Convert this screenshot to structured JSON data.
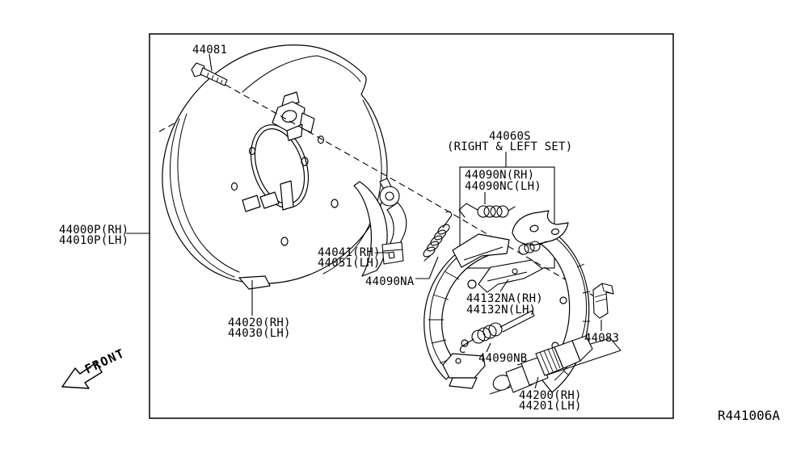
{
  "parts": {
    "bolt": {
      "label": "44081"
    },
    "shoe_set": {
      "code": "44060S",
      "note": "(RIGHT & LEFT SET)"
    },
    "upper_spring": {
      "rh": "44090N(RH)",
      "lh": "44090NC(LH)"
    },
    "backing_plate_assy": {
      "rh": "44000P(RH)",
      "lh": "44010P(LH)"
    },
    "lever": {
      "rh": "44041(RH)",
      "lh": "44051(LH)"
    },
    "front_spring": {
      "label": "44090NA"
    },
    "backing_plate": {
      "rh": "44020(RH)",
      "lh": "44030(LH)"
    },
    "strut": {
      "rh": "44132NA(RH)",
      "lh": "44132N(LH)"
    },
    "lower_spring": {
      "label": "44090NB"
    },
    "adjuster": {
      "rh": "44200(RH)",
      "lh": "44201(LH)"
    },
    "plug": {
      "label": "44083"
    }
  },
  "annotations": {
    "front": "FRONT",
    "ref_code": "R441006A"
  },
  "colors": {
    "line": "#000000",
    "background": "#ffffff"
  }
}
